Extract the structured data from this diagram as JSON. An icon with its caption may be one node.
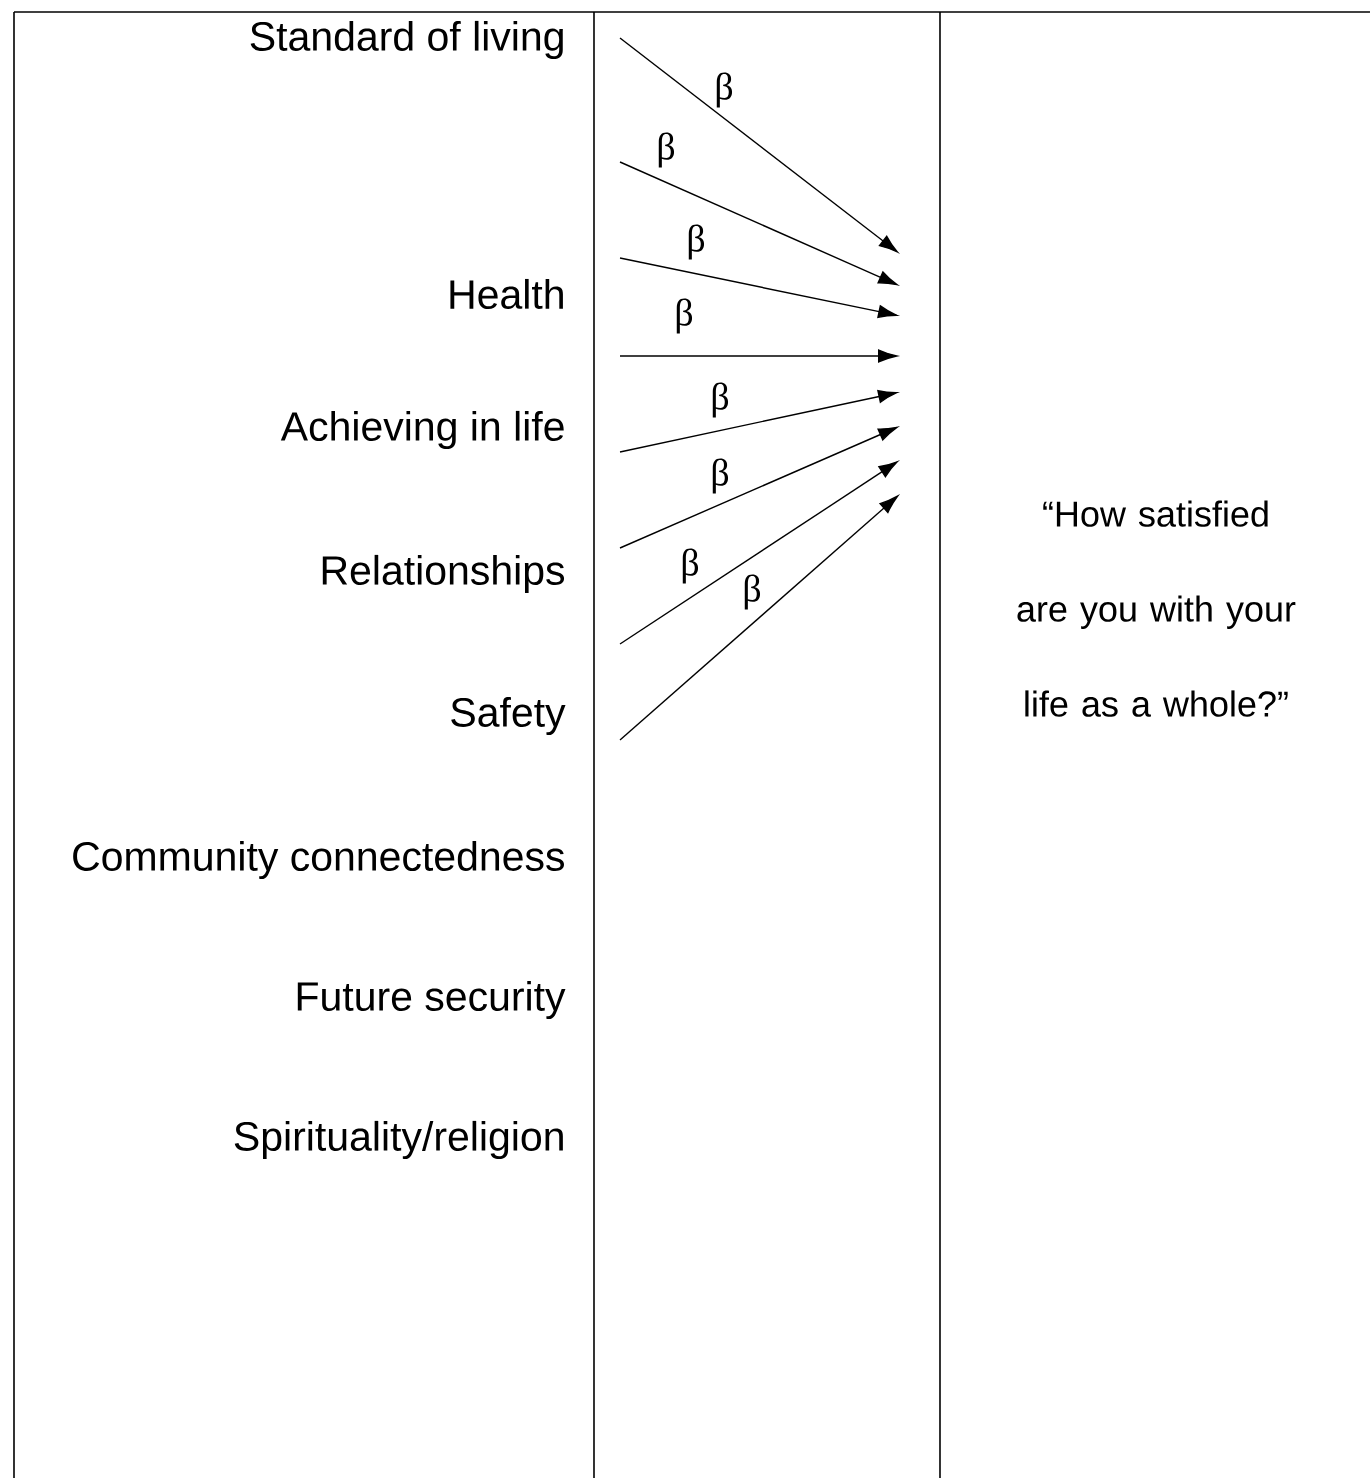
{
  "diagram": {
    "nodes": [
      {
        "text": [
          "Standard of living"
        ]
      },
      {
        "text": [
          "Health"
        ]
      },
      {
        "text": [
          "Achieving in life"
        ]
      },
      {
        "text": [
          "Relationships"
        ]
      },
      {
        "text": [
          "Safety"
        ]
      },
      {
        "text": [
          "Community connectedness"
        ]
      },
      {
        "text": [
          "Future security"
        ]
      },
      {
        "text": [
          "Spirituality/religion"
        ]
      },
      {
        "text": [
          "“How satisfied are you with your life as a whole?”"
        ]
      }
    ],
    "labels": [
      "β",
      "β",
      "β",
      "β",
      "β",
      "β",
      "β",
      "β"
    ]
  }
}
